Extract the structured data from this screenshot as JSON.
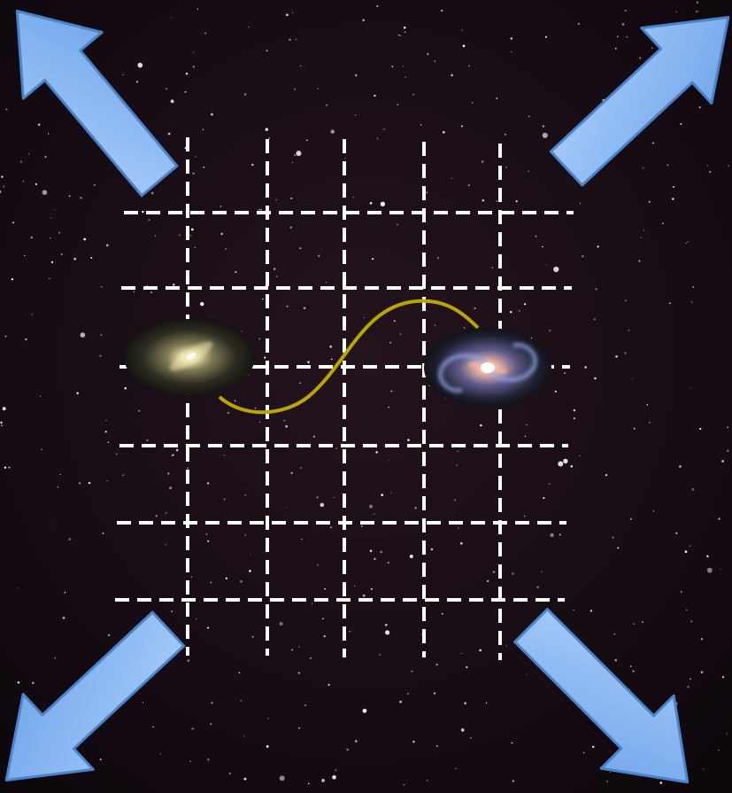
{
  "diagram": {
    "background": "starfield",
    "arrows": {
      "directions": [
        "up-left",
        "up-right",
        "down-left",
        "down-right"
      ],
      "color": "#7fb2f0",
      "outline": "#4c82c9"
    },
    "grid": {
      "vertical_lines": 5,
      "horizontal_lines": 6,
      "style": "dashed",
      "color": "#ffffff"
    },
    "objects": [
      {
        "name": "elliptical-galaxy",
        "kind": "galaxy"
      },
      {
        "name": "spiral-galaxy",
        "kind": "galaxy"
      }
    ],
    "wave": {
      "kind": "sinusoid",
      "color": "#b9a600"
    }
  }
}
